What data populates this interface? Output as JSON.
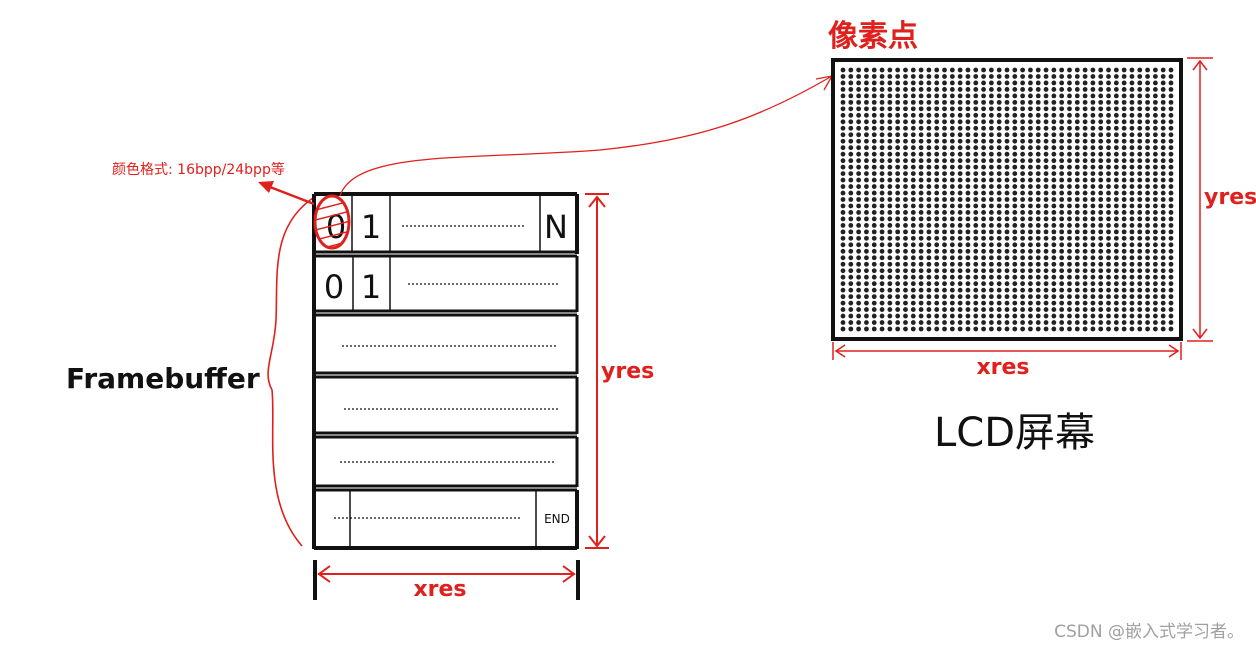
{
  "labels": {
    "pixel": "像素点",
    "color_format": "颜色格式: 16bpp/24bpp等",
    "framebuffer": "Framebuffer",
    "fb_yres": "yres",
    "fb_xres": "xres",
    "lcd_yres": "yres",
    "lcd_xres": "xres",
    "lcd_screen": "LCD屏幕",
    "watermark": "CSDN @嵌入式学习者。"
  },
  "framebuffer": {
    "row1": {
      "cell0": "0",
      "cell1": "1",
      "last": "N"
    },
    "row2": {
      "cell0": "0",
      "cell1": "1"
    },
    "row6": {
      "last": "END"
    }
  },
  "lcd": {
    "dot_columns": 43,
    "dot_rows": 41
  },
  "colors": {
    "annotation": "#e0201c",
    "outline": "#111111",
    "dots": "#222222",
    "watermark": "#a0a0a0"
  }
}
